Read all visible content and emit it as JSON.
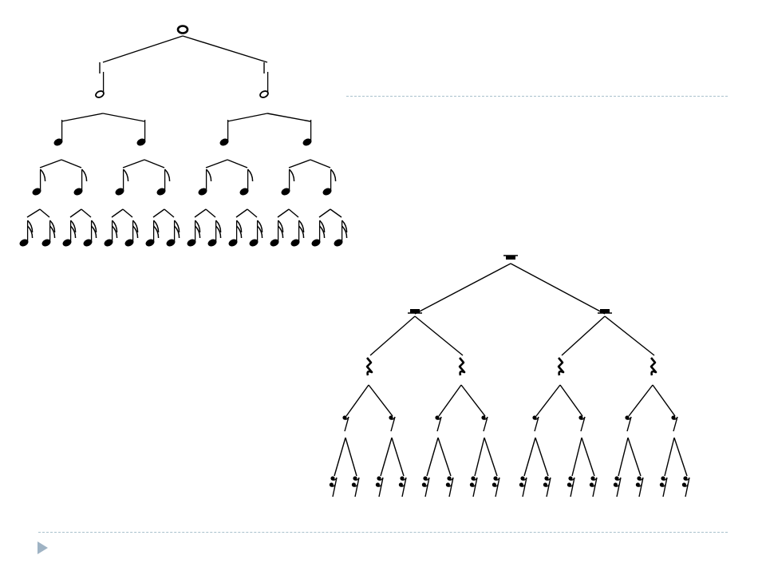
{
  "slide": {
    "background": "#ffffff",
    "divider_color": "#a9c1cc",
    "bullet_color": "#9fb3c4",
    "bullet_icon": "triangle-bullet-icon"
  },
  "note_tree": {
    "levels": [
      {
        "symbol": "whole-note-icon",
        "count": 1
      },
      {
        "symbol": "half-note-icon",
        "count": 2
      },
      {
        "symbol": "quarter-note-icon",
        "count": 4
      },
      {
        "symbol": "eighth-note-icon",
        "count": 8
      },
      {
        "symbol": "sixteenth-note-icon",
        "count": 16
      }
    ]
  },
  "rest_tree": {
    "levels": [
      {
        "symbol": "whole-rest-icon",
        "count": 1
      },
      {
        "symbol": "half-rest-icon",
        "count": 2
      },
      {
        "symbol": "quarter-rest-icon",
        "count": 4
      },
      {
        "symbol": "eighth-rest-icon",
        "count": 8
      },
      {
        "symbol": "sixteenth-rest-icon",
        "count": 16
      }
    ]
  }
}
